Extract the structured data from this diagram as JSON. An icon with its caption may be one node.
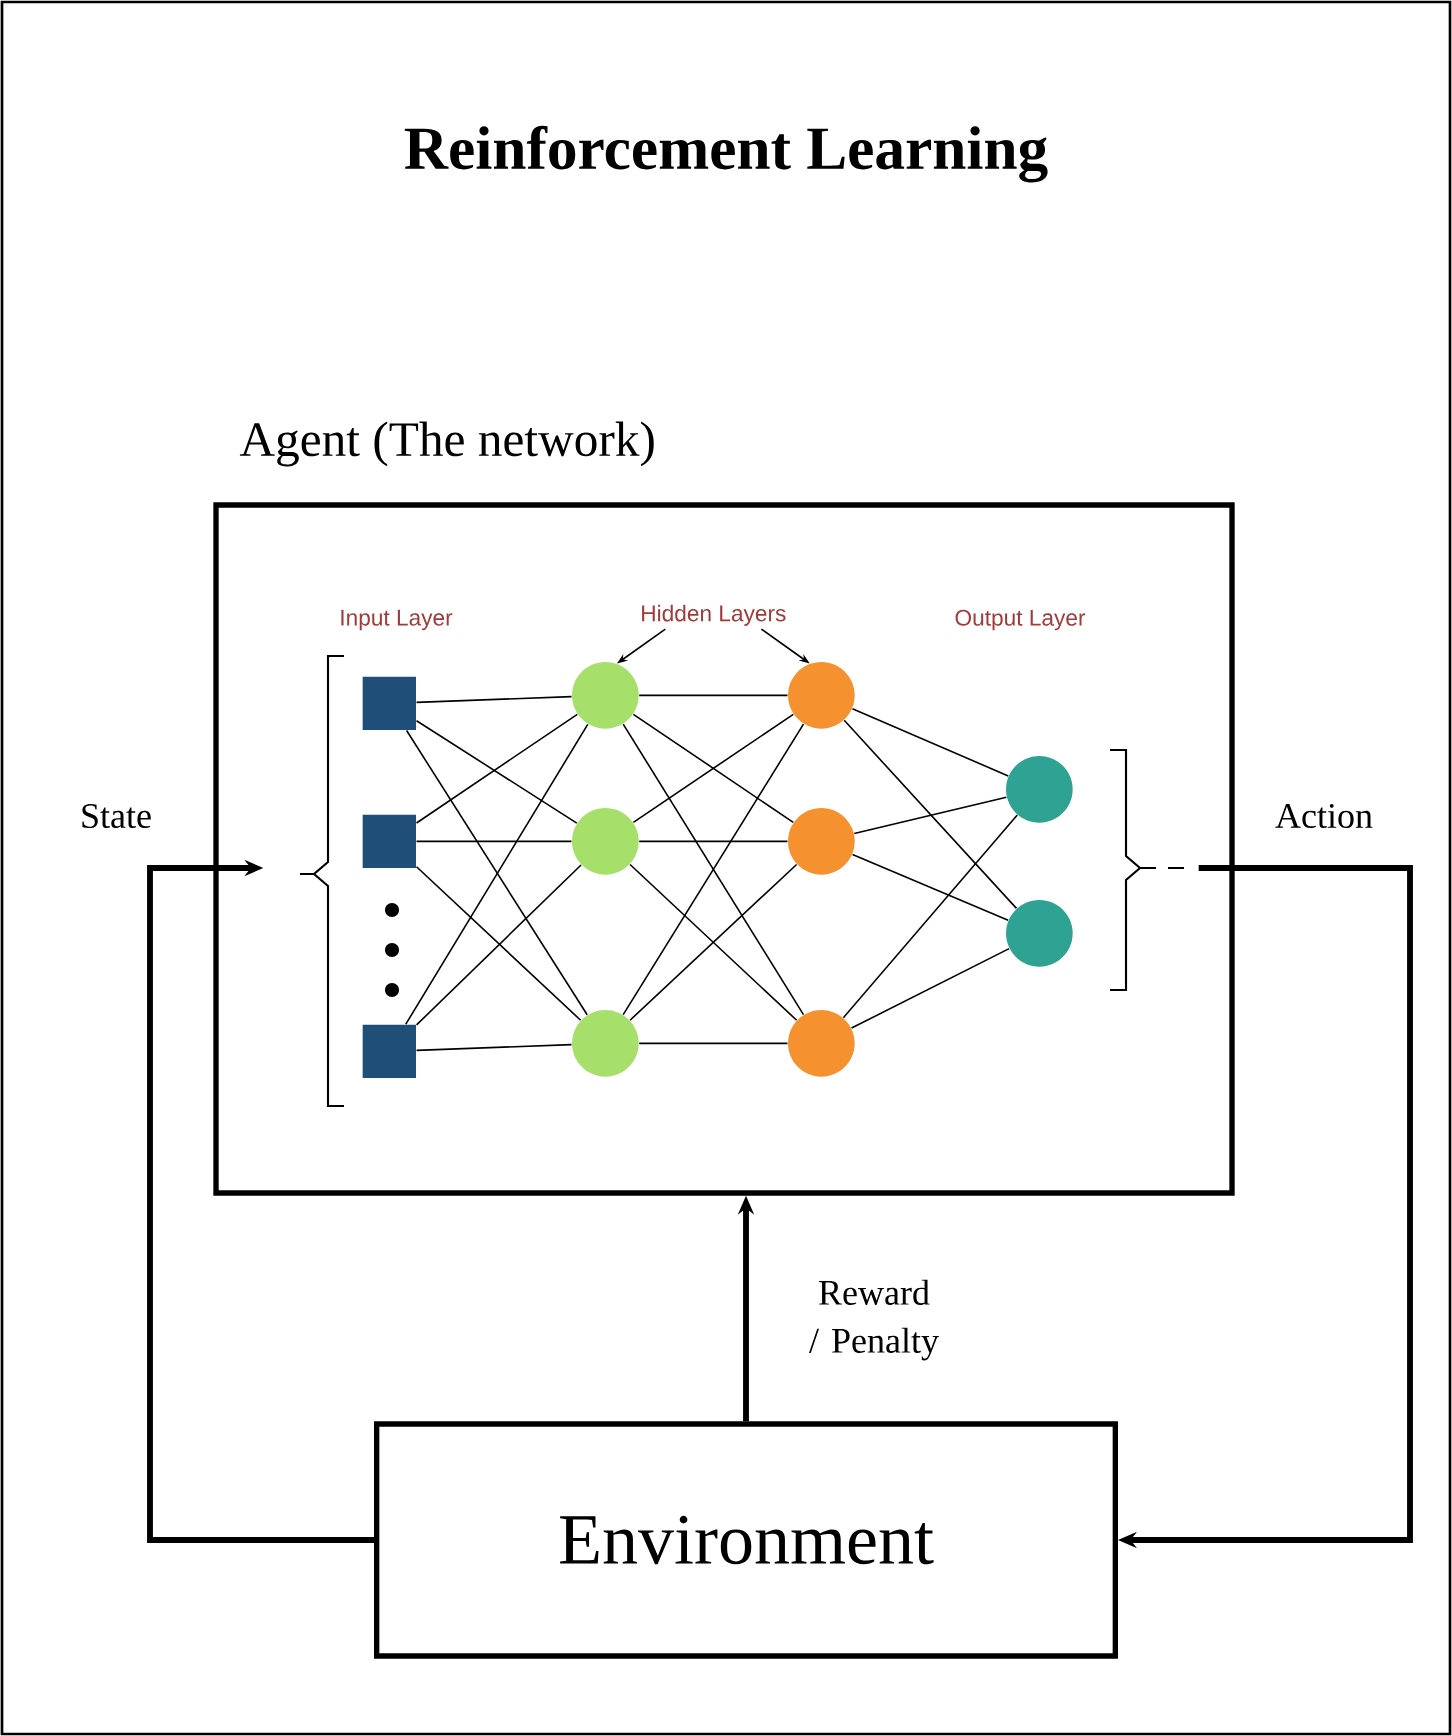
{
  "diagram": {
    "title": "Reinforcement Learning",
    "nodes": [
      {
        "text": [
          "Agent (The network)"
        ]
      },
      {
        "text": [
          "Hidden Layers"
        ],
        "in": 0
      },
      {
        "text": [],
        "shape": "box",
        "in": 0
      },
      {
        "text": [],
        "shape": "box",
        "in": 0
      },
      {
        "text": [],
        "shape": "box",
        "in": 0
      },
      {
        "text": [],
        "shape": "circle",
        "in": 0
      },
      {
        "text": [],
        "shape": "circle",
        "in": 0
      },
      {
        "text": [],
        "shape": "circle",
        "in": 0
      },
      {
        "text": [],
        "shape": "circle",
        "in": 0
      },
      {
        "text": [],
        "shape": "circle",
        "in": 0
      },
      {
        "text": [],
        "shape": "circle",
        "in": 0
      },
      {
        "text": [],
        "shape": "circle",
        "in": 0
      },
      {
        "text": [],
        "shape": "circle",
        "in": 0
      },
      {
        "text": [
          "Environment"
        ]
      }
    ],
    "edges": [
      {
        "from": 13,
        "to": 0,
        "arrow": "to",
        "label": "State",
        "style": "thick"
      },
      {
        "from": 0,
        "to": 13,
        "arrow": "to",
        "label": "Action",
        "style": "thick"
      },
      {
        "from": 13,
        "to": 0,
        "arrow": "to",
        "label": "Reward / Penalty",
        "style": "thick"
      },
      {
        "from": 1,
        "to": 5,
        "arrow": "to"
      },
      {
        "from": 1,
        "to": 8,
        "arrow": "to"
      },
      {
        "from": 2,
        "to": 5,
        "arrow": "none"
      },
      {
        "from": 2,
        "to": 6,
        "arrow": "none"
      },
      {
        "from": 2,
        "to": 7,
        "arrow": "none"
      },
      {
        "from": 3,
        "to": 5,
        "arrow": "none"
      },
      {
        "from": 3,
        "to": 6,
        "arrow": "none"
      },
      {
        "from": 3,
        "to": 7,
        "arrow": "none"
      },
      {
        "from": 4,
        "to": 5,
        "arrow": "none"
      },
      {
        "from": 4,
        "to": 6,
        "arrow": "none"
      },
      {
        "from": 4,
        "to": 7,
        "arrow": "none"
      },
      {
        "from": 5,
        "to": 8,
        "arrow": "none"
      },
      {
        "from": 5,
        "to": 9,
        "arrow": "none"
      },
      {
        "from": 5,
        "to": 10,
        "arrow": "none"
      },
      {
        "from": 6,
        "to": 8,
        "arrow": "none"
      },
      {
        "from": 6,
        "to": 9,
        "arrow": "none"
      },
      {
        "from": 6,
        "to": 10,
        "arrow": "none"
      },
      {
        "from": 7,
        "to": 8,
        "arrow": "none"
      },
      {
        "from": 7,
        "to": 9,
        "arrow": "none"
      },
      {
        "from": 7,
        "to": 10,
        "arrow": "none"
      },
      {
        "from": 8,
        "to": 11,
        "arrow": "none"
      },
      {
        "from": 8,
        "to": 12,
        "arrow": "none"
      },
      {
        "from": 9,
        "to": 11,
        "arrow": "none"
      },
      {
        "from": 9,
        "to": 12,
        "arrow": "none"
      },
      {
        "from": 10,
        "to": 11,
        "arrow": "none"
      },
      {
        "from": 10,
        "to": 12,
        "arrow": "none"
      }
    ],
    "labels": [
      "Input Layer",
      "Output Layer"
    ]
  }
}
